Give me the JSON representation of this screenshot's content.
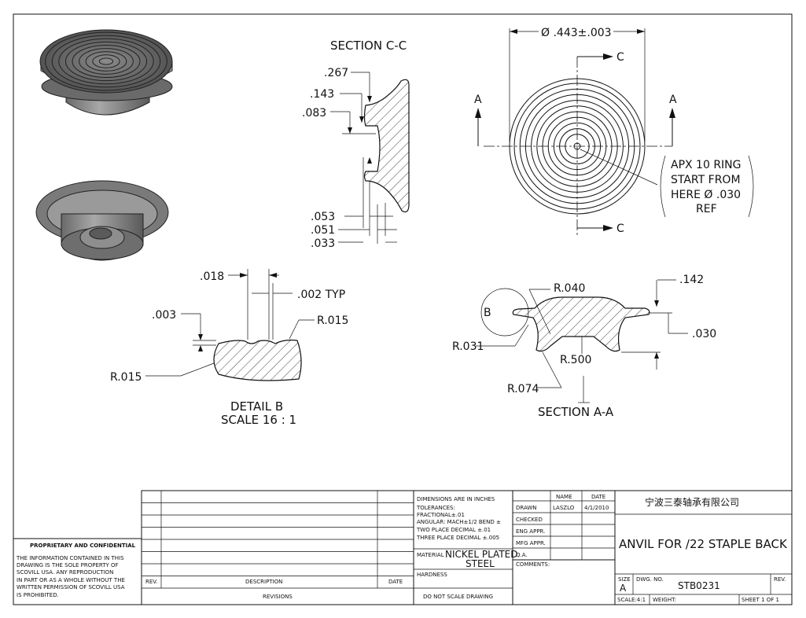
{
  "section_cc": {
    "title": "SECTION C-C",
    "dims": [
      ".267",
      ".143",
      ".083",
      ".053",
      ".051",
      ".033"
    ]
  },
  "front_view": {
    "diameter": "Ø .443±.003",
    "label_a": "A",
    "label_c": "C",
    "note": [
      "APX 10 RING",
      "START FROM",
      "HERE Ø .030",
      "REF"
    ]
  },
  "detail_b": {
    "dims": [
      ".018",
      ".002 TYP",
      ".003",
      "R.015",
      "R.015"
    ],
    "title": "DETAIL B",
    "scale": "SCALE 16 : 1"
  },
  "section_aa": {
    "title": "SECTION A-A",
    "dims": [
      "R.040",
      ".142",
      ".030",
      "R.031",
      "R.500",
      "R.074"
    ],
    "detail_label": "B"
  },
  "proprietary": {
    "heading": "PROPRIETARY AND CONFIDENTIAL",
    "lines": [
      "THE INFORMATION CONTAINED IN THIS",
      "DRAWING IS THE SOLE PROPERTY OF",
      "SCOVILL USA. ANY REPRODUCTION",
      "IN PART OR AS A WHOLE WITHOUT THE",
      "WRITTEN PERMISSION OF SCOVILL USA",
      "IS PROHIBITED."
    ]
  },
  "revisions": {
    "col_rev": "REV.",
    "col_desc": "DESCRIPTION",
    "col_date": "DATE",
    "label": "REVISIONS"
  },
  "tolerances": {
    "lines": [
      "DIMENSIONS ARE IN INCHES",
      "TOLERANCES:",
      "FRACTIONAL±.01",
      "ANGULAR: MACH±1/2 BEND ±",
      "TWO PLACE DECIMAL    ±.01",
      "THREE PLACE DECIMAL  ±.005"
    ],
    "material_label": "MATERIAL",
    "material": [
      "NICKEL PLATED",
      "STEEL"
    ],
    "hardness": "HARDNESS",
    "no_scale": "DO NOT SCALE DRAWING"
  },
  "approvals": {
    "col_name": "NAME",
    "col_date": "DATE",
    "rows": [
      {
        "role": "DRAWN",
        "name": "LASZLO",
        "date": "4/1/2010"
      },
      {
        "role": "CHECKED",
        "name": "",
        "date": ""
      },
      {
        "role": "ENG APPR.",
        "name": "",
        "date": ""
      },
      {
        "role": "MFG APPR.",
        "name": "",
        "date": ""
      },
      {
        "role": "Q.A.",
        "name": "",
        "date": ""
      }
    ],
    "comments": "COMMENTS:"
  },
  "title_block": {
    "company": "宁波三泰轴承有限公司",
    "part_title": "ANVIL FOR /22 STAPLE BACK",
    "size_label": "SIZE",
    "size": "A",
    "dwg_no_label": "DWG. NO.",
    "dwg_no": "STB0231",
    "rev_label": "REV.",
    "scale": "SCALE:4:1",
    "weight": "WEIGHT:",
    "sheet": "SHEET 1 OF 1"
  }
}
